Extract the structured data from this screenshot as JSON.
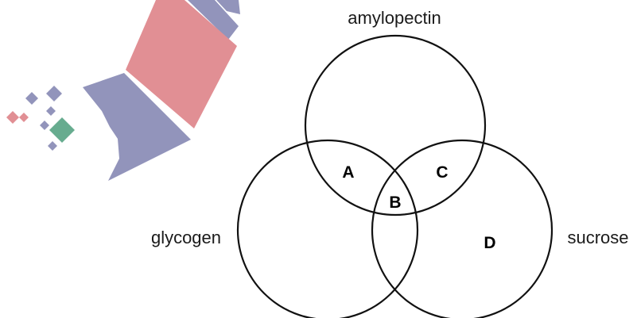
{
  "sets": [
    {
      "id": "top",
      "label": "amylopectin"
    },
    {
      "id": "left",
      "label": "glycogen"
    },
    {
      "id": "right",
      "label": "sucrose"
    }
  ],
  "regions": [
    {
      "id": "A",
      "label": "A"
    },
    {
      "id": "B",
      "label": "B"
    },
    {
      "id": "C",
      "label": "C"
    },
    {
      "id": "D",
      "label": "D"
    }
  ],
  "watermark": {
    "colors": {
      "blue": "#8d8fb8",
      "red": "#e08a8f",
      "green": "#5fa88a"
    }
  }
}
